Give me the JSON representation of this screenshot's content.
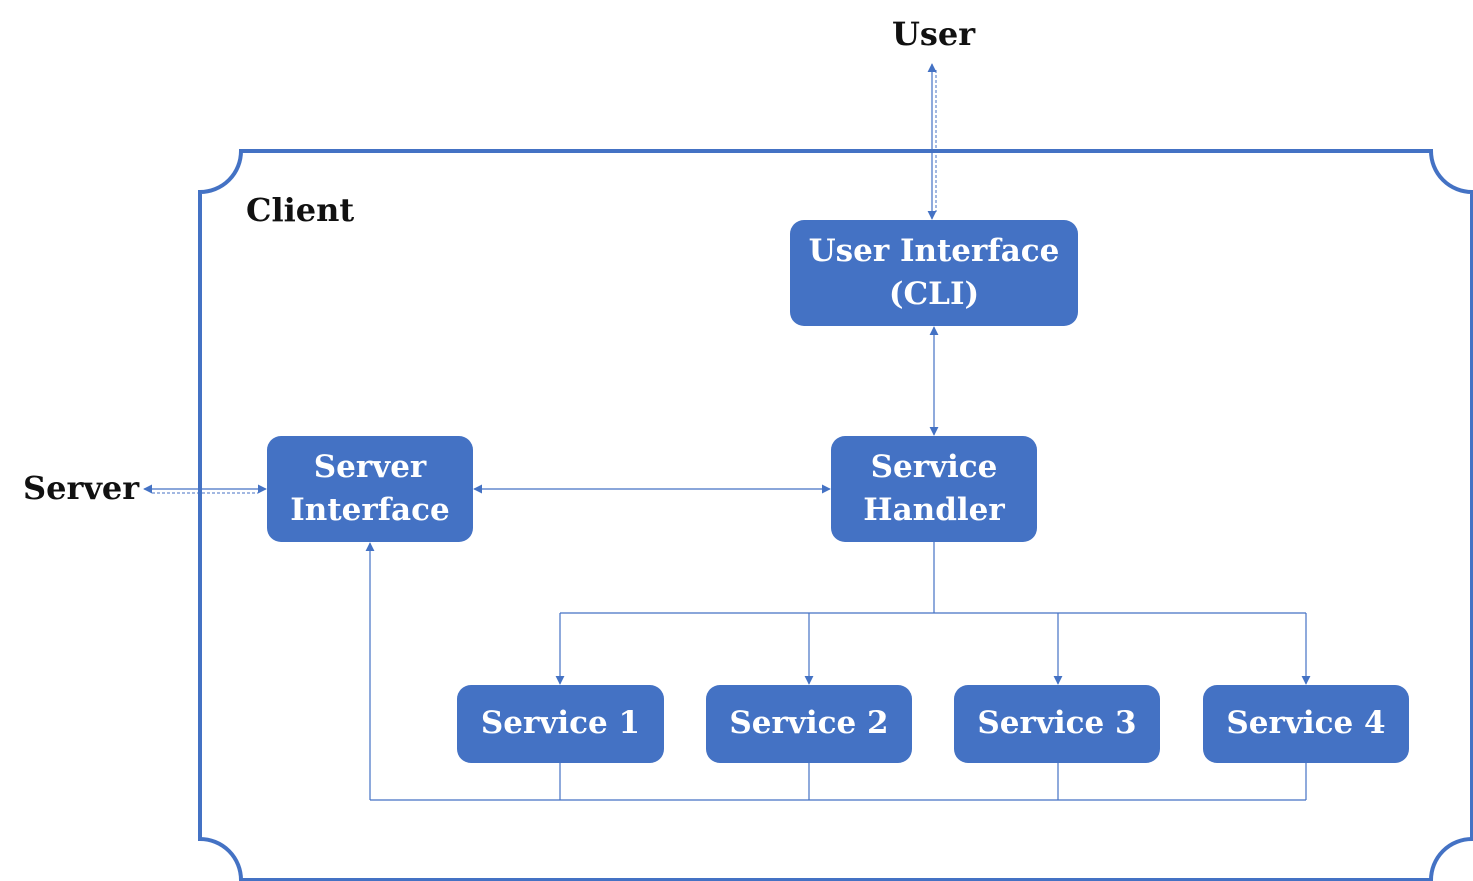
{
  "labels": {
    "user": "User",
    "server": "Server",
    "client": "Client"
  },
  "nodes": {
    "ui": {
      "line1": "User Interface",
      "line2": "(CLI)"
    },
    "server_interface": {
      "line1": "Server",
      "line2": "Interface"
    },
    "service_handler": {
      "line1": "Service",
      "line2": "Handler"
    },
    "services": [
      "Service 1",
      "Service 2",
      "Service 3",
      "Service 4"
    ]
  },
  "colors": {
    "node_fill": "#4472c4",
    "line": "#4472c4",
    "text_dark": "#111111",
    "text_light": "#ffffff"
  }
}
